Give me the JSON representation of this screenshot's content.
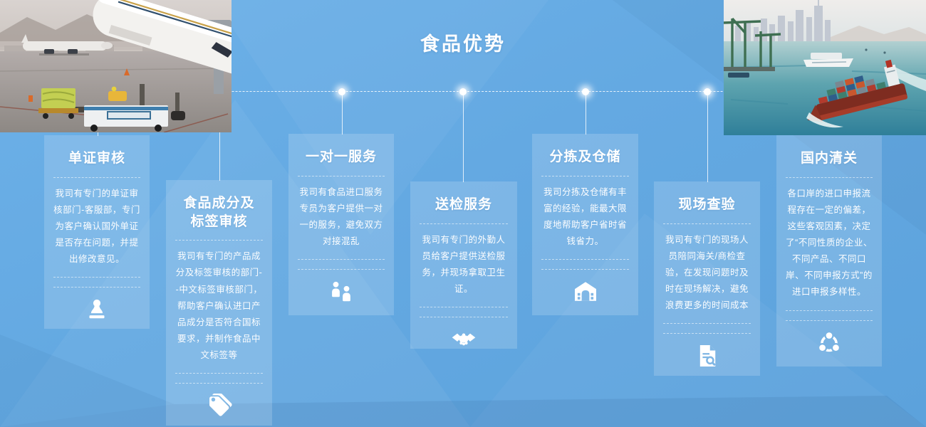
{
  "section": {
    "title": "食品优势"
  },
  "colors": {
    "background_blue": "#64a9e2",
    "card_surface": "rgba(255,255,255,0.17)",
    "text": "#ffffff",
    "sea_teal": "#2f7f99"
  },
  "photos": {
    "left": {
      "name": "airport-cargo-loading-photo"
    },
    "right": {
      "name": "container-ship-harbor-photo"
    }
  },
  "cards": [
    {
      "title": "单证审核",
      "body": "我司有专门的单证审核部门-客服部，专门为客户确认国外单证是否存在问题，并提出修改意见。",
      "icon": "stamp-icon"
    },
    {
      "title": "食品成分及\n标签审核",
      "body": "我司有专门的产品成分及标签审核的部门--中文标签审核部门，帮助客户确认进口产品成分是否符合国标要求，并制作食品中文标签等",
      "icon": "tags-icon"
    },
    {
      "title": "一对一服务",
      "body": "我司有食品进口服务专员为客户提供一对一的服务，避免双方对接混乱",
      "icon": "one-on-one-people-icon"
    },
    {
      "title": "送检服务",
      "body": "我司有专门的外勤人员给客户提供送检服务，并现场拿取卫生证。",
      "icon": "handshake-icon"
    },
    {
      "title": "分拣及仓储",
      "body": "我司分拣及仓储有丰富的经验，能最大限度地帮助客户省时省钱省力。",
      "icon": "warehouse-icon"
    },
    {
      "title": "现场查验",
      "body": "我司有专门的现场人员陪同海关/商检查验，在发现问题时及时在现场解决，避免浪费更多的时间成本",
      "icon": "document-search-icon"
    },
    {
      "title": "国内清关",
      "body": "各口岸的进口申报流程存在一定的偏差，这些客观因素，决定了“不同性质的企业、不同产品、不同口岸、不同申报方式”的进口申报多样性。",
      "icon": "share-network-icon"
    }
  ]
}
